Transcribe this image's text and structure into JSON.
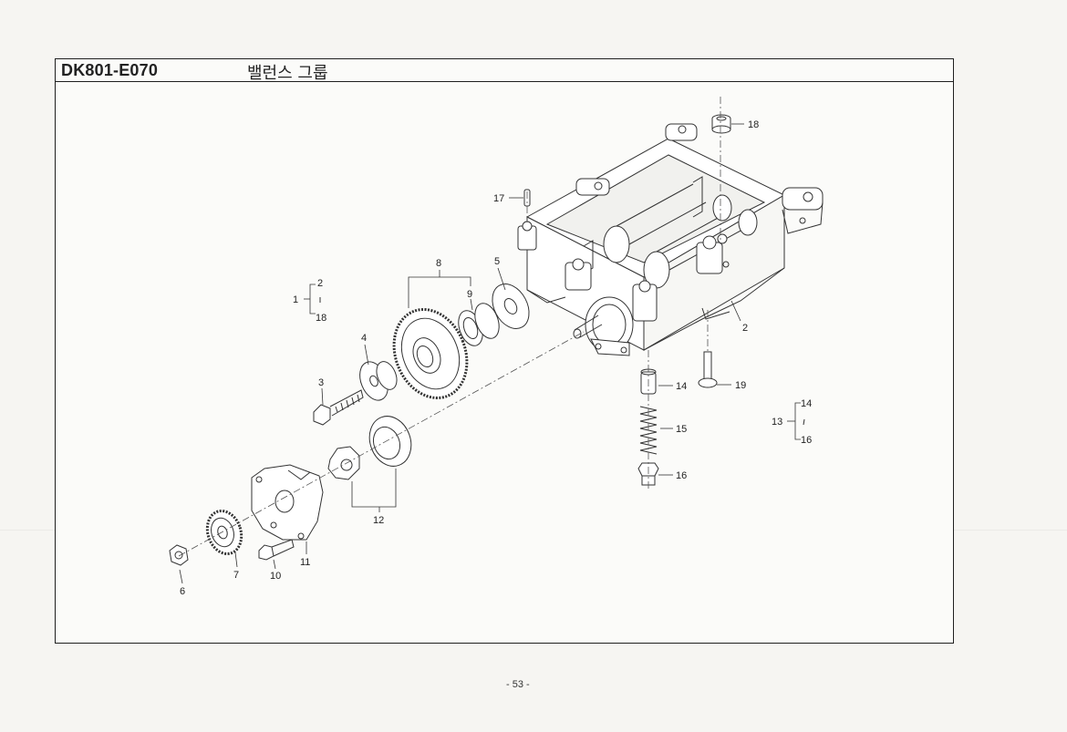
{
  "header": {
    "code": "DK801-E070",
    "title": "밸런스 그룹"
  },
  "callouts": {
    "c1": "1",
    "c2": "2",
    "c2b": "2",
    "c3": "3",
    "c4": "4",
    "c5": "5",
    "c6": "6",
    "c7": "7",
    "c8": "8",
    "c9": "9",
    "c10": "10",
    "c11": "11",
    "c12": "12",
    "c13": "13",
    "c14": "14",
    "c14b": "14",
    "c15": "15",
    "c16": "16",
    "c16b": "16",
    "c17": "17",
    "c18": "18",
    "c18b": "18",
    "c19": "19"
  },
  "footer": {
    "page": "- 53 -"
  }
}
